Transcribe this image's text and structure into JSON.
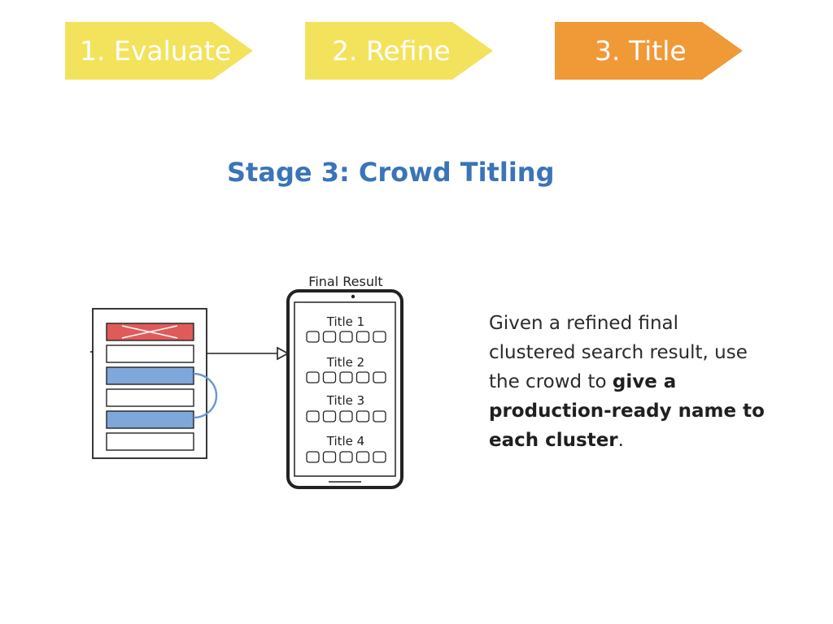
{
  "steps": [
    {
      "label": "1. Evaluate",
      "color": "#F3E35C",
      "active": false
    },
    {
      "label": "2. Refine",
      "color": "#F3E35C",
      "active": false
    },
    {
      "label": "3. Title",
      "color": "#F09937",
      "active": true
    }
  ],
  "stage_title": "Stage 3: Crowd Titling",
  "colors": {
    "title": "#3A74B9",
    "removed_row": "#E05A5A",
    "linked_row": "#7EA7DA",
    "link_arc": "#6A97CF"
  },
  "diagram": {
    "phone_header": "Final Result",
    "clusters": [
      {
        "title": "Title 1",
        "items": 5
      },
      {
        "title": "Title 2",
        "items": 5
      },
      {
        "title": "Title 3",
        "items": 5
      },
      {
        "title": "Title 4",
        "items": 5
      }
    ]
  },
  "description": {
    "line1": "Given a refined final",
    "line2": "clustered search result, use",
    "line3_plain": "the crowd to ",
    "line3_bold": "give a",
    "line4_bold": "production-ready name to",
    "line5_bold": "each cluster",
    "line5_end": "."
  }
}
